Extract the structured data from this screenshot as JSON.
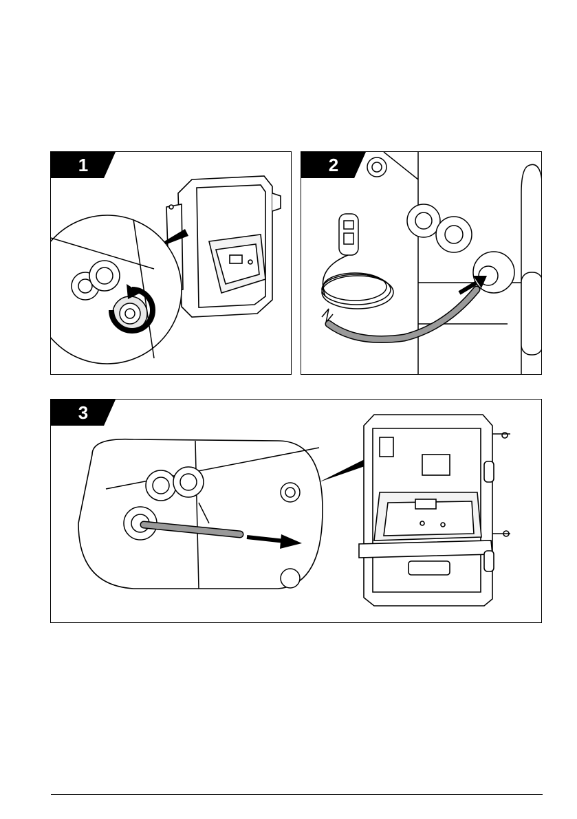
{
  "steps": [
    {
      "number": "1"
    },
    {
      "number": "2"
    },
    {
      "number": "3"
    }
  ],
  "icons": {
    "step1": "rotate-arrow-icon",
    "step2": "insert-arrow-icon",
    "step3": "pull-arrow-icon"
  },
  "colors": {
    "line": "#000000",
    "cable": "#9a9a9a",
    "shade": "#d0d0d0",
    "badge": "#000000"
  }
}
